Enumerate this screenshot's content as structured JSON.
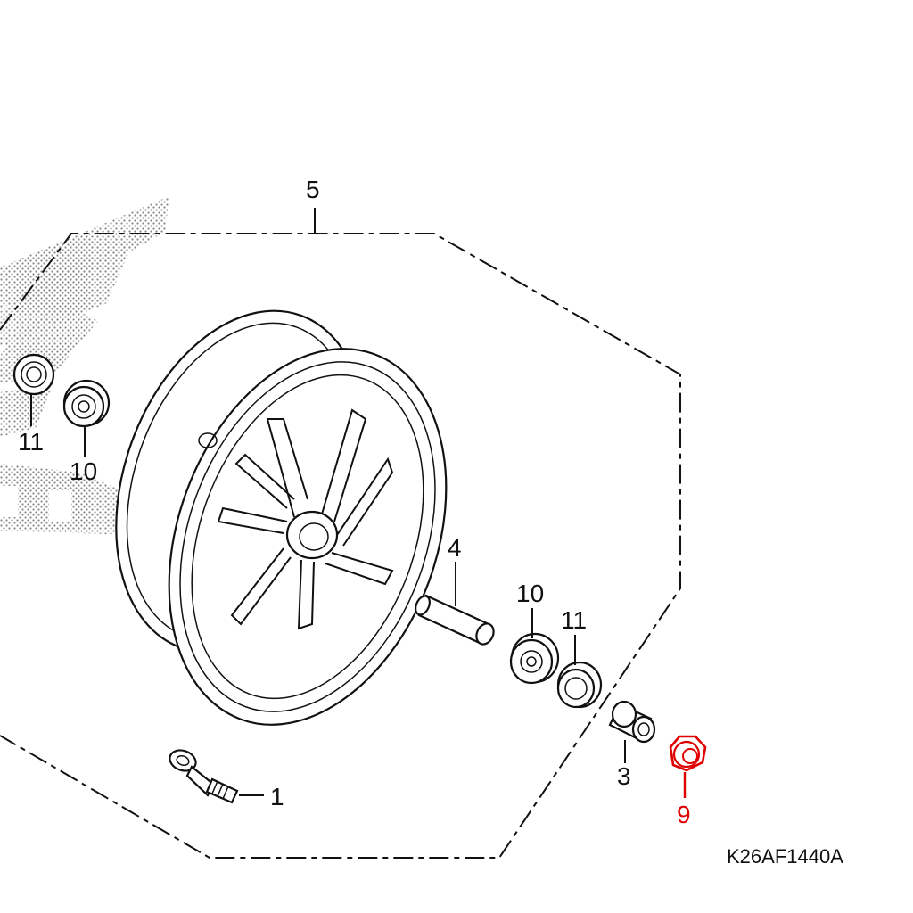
{
  "diagram": {
    "drawing_code": "K26AF1440A",
    "callouts": [
      {
        "id": "c1",
        "text": "1"
      },
      {
        "id": "c3",
        "text": "3"
      },
      {
        "id": "c4",
        "text": "4"
      },
      {
        "id": "c5",
        "text": "5"
      },
      {
        "id": "c9",
        "text": "9",
        "highlight": true
      },
      {
        "id": "c10a",
        "text": "10"
      },
      {
        "id": "c10b",
        "text": "10"
      },
      {
        "id": "c11a",
        "text": "11"
      },
      {
        "id": "c11b",
        "text": "11"
      }
    ],
    "colors": {
      "line": "#111111",
      "highlight": "#e00000",
      "stipple": "#888888",
      "background": "#ffffff"
    }
  }
}
